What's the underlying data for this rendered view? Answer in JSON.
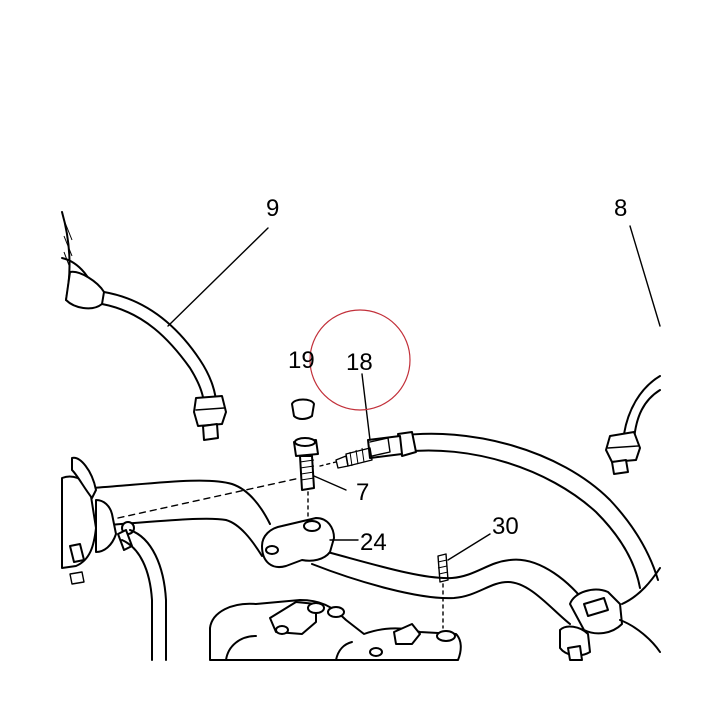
{
  "callouts": {
    "n9": "9",
    "n8": "8",
    "n19": "19",
    "n18": "18",
    "n7": "7",
    "n24": "24",
    "n30": "30"
  },
  "highlight": {
    "target": "18",
    "color": "#c2303a"
  }
}
